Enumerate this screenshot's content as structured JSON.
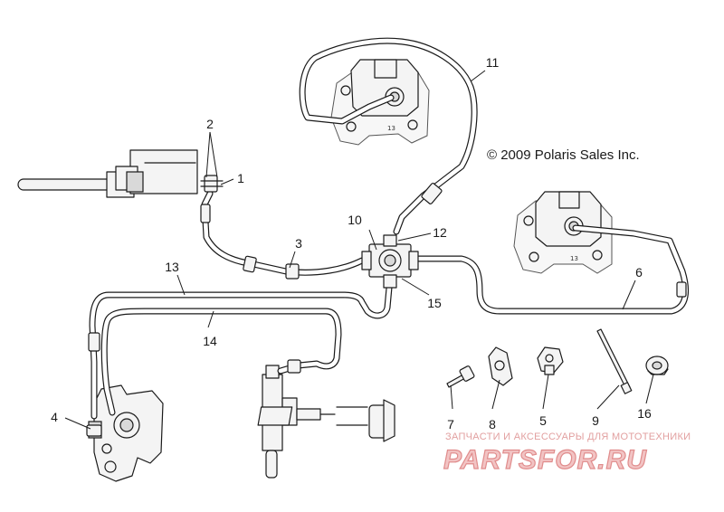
{
  "copyright": "© 2009 Polaris Sales Inc.",
  "watermark": {
    "line1": "ЗАПЧАСТИ И АКСЕССУАРЫ ДЛЯ МОТОТЕХНИКИ",
    "line2": "PARTSFOR.RU"
  },
  "callouts": {
    "c1": "1",
    "c2": "2",
    "c3": "3",
    "c4": "4",
    "c5": "5",
    "c6": "6",
    "c7": "7",
    "c8": "8",
    "c9": "9",
    "c10": "10",
    "c11": "11",
    "c12": "12",
    "c13": "13",
    "c14": "14",
    "c15": "15",
    "c16": "16"
  }
}
